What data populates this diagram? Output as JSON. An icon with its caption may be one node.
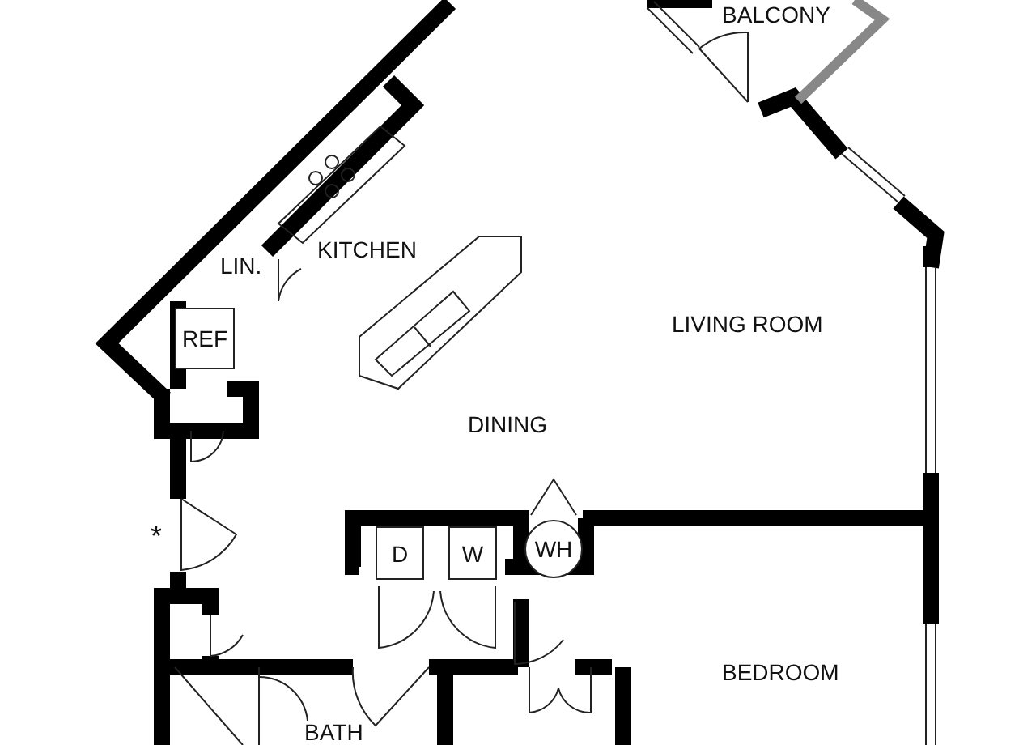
{
  "diagram": {
    "nodes": [
      {
        "text": [
          "REF"
        ]
      },
      {
        "text": [
          "D"
        ]
      },
      {
        "text": [
          "W"
        ]
      },
      {
        "text": [
          "WH"
        ]
      }
    ],
    "labels": [
      "BALCONY",
      "LIN.",
      "KITCHEN",
      "LIVING ROOM",
      "DINING",
      "*",
      "BEDROOM",
      "BATH"
    ]
  }
}
